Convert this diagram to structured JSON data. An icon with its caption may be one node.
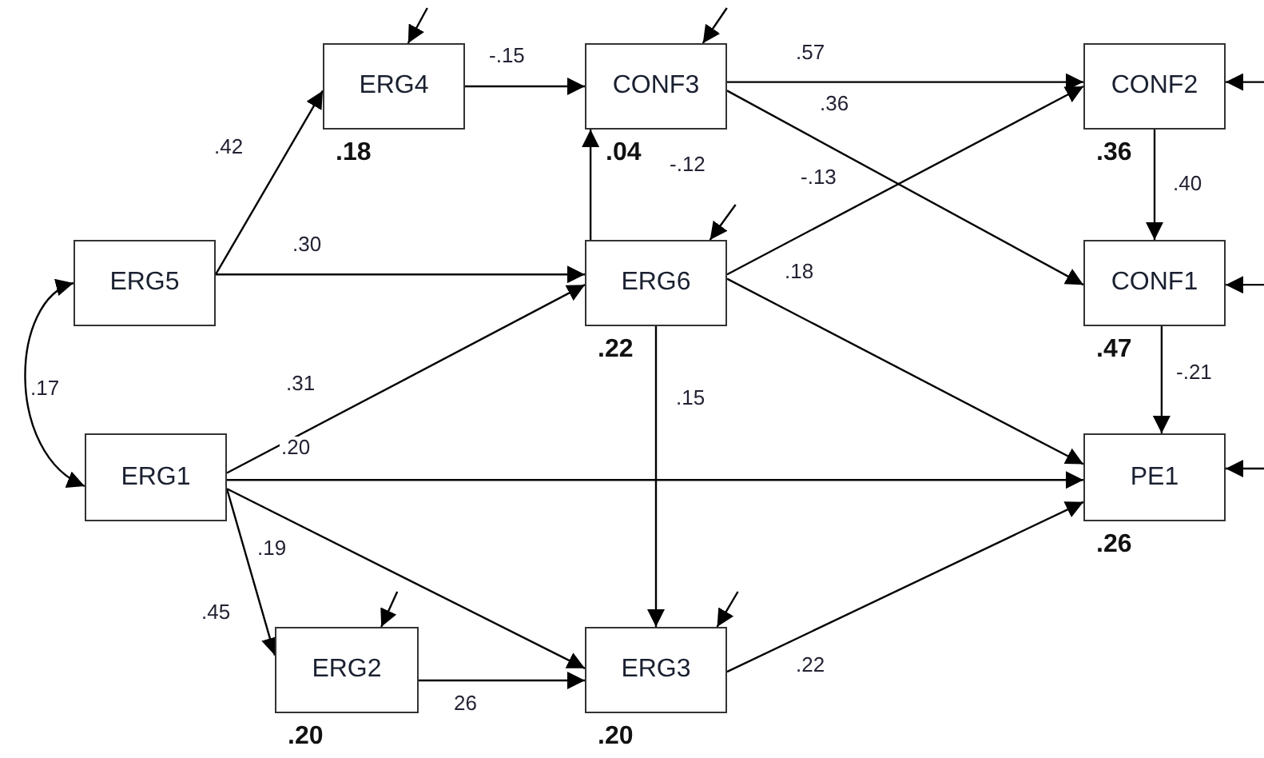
{
  "diagram": {
    "nodes": [
      {
        "text": [
          "ERG4"
        ],
        "beside": [
          ".18"
        ]
      },
      {
        "text": [
          "CONF3"
        ],
        "beside": [
          ".04"
        ]
      },
      {
        "text": [
          "CONF2"
        ],
        "beside": [
          ".36"
        ]
      },
      {
        "text": [
          "ERG5"
        ]
      },
      {
        "text": [
          "ERG6"
        ],
        "beside": [
          ".22"
        ]
      },
      {
        "text": [
          "CONF1"
        ],
        "beside": [
          ".47"
        ]
      },
      {
        "text": [
          "ERG1"
        ]
      },
      {
        "text": [
          "PE1"
        ],
        "beside": [
          ".26"
        ]
      },
      {
        "text": [
          "ERG2"
        ],
        "beside": [
          ".20"
        ]
      },
      {
        "text": [
          "ERG3"
        ],
        "beside": [
          ".20"
        ]
      }
    ],
    "edges": [
      {
        "from": 3,
        "to": 0,
        "arrow": "to",
        "label": ".42"
      },
      {
        "from": 0,
        "to": 1,
        "arrow": "to",
        "label": "-.15"
      },
      {
        "from": 1,
        "to": 2,
        "arrow": "to",
        "label": ".57"
      },
      {
        "from": 1,
        "to": 5,
        "arrow": "to",
        "label": ".36"
      },
      {
        "from": 4,
        "to": 1,
        "arrow": "to",
        "label": "-.12"
      },
      {
        "from": 4,
        "to": 2,
        "arrow": "to",
        "label": "-.13"
      },
      {
        "from": 3,
        "to": 4,
        "arrow": "to",
        "label": ".30"
      },
      {
        "from": 6,
        "to": 4,
        "arrow": "to",
        "label": ".31"
      },
      {
        "from": 4,
        "to": 7,
        "arrow": "to",
        "label": ".18"
      },
      {
        "from": 4,
        "to": 9,
        "arrow": "to",
        "label": ".15"
      },
      {
        "from": 2,
        "to": 5,
        "arrow": "to",
        "label": ".40"
      },
      {
        "from": 5,
        "to": 7,
        "arrow": "to",
        "label": "-.21"
      },
      {
        "from": 3,
        "to": 6,
        "arrow": "both",
        "label": ".17"
      },
      {
        "from": 6,
        "to": 7,
        "arrow": "to",
        "label": ".20"
      },
      {
        "from": 6,
        "to": 8,
        "arrow": "to",
        "label": ".45"
      },
      {
        "from": 6,
        "to": 9,
        "arrow": "to",
        "label": ".19"
      },
      {
        "from": 8,
        "to": 9,
        "arrow": "to",
        "label": "26"
      },
      {
        "from": 9,
        "to": 7,
        "arrow": "to",
        "label": ".22"
      },
      {
        "from": null,
        "to": 0,
        "arrow": "to"
      },
      {
        "from": null,
        "to": 1,
        "arrow": "to"
      },
      {
        "from": null,
        "to": 4,
        "arrow": "to"
      },
      {
        "from": null,
        "to": 8,
        "arrow": "to"
      },
      {
        "from": null,
        "to": 9,
        "arrow": "to"
      },
      {
        "from": null,
        "to": 2,
        "arrow": "to"
      },
      {
        "from": null,
        "to": 5,
        "arrow": "to"
      },
      {
        "from": null,
        "to": 7,
        "arrow": "to"
      }
    ]
  }
}
